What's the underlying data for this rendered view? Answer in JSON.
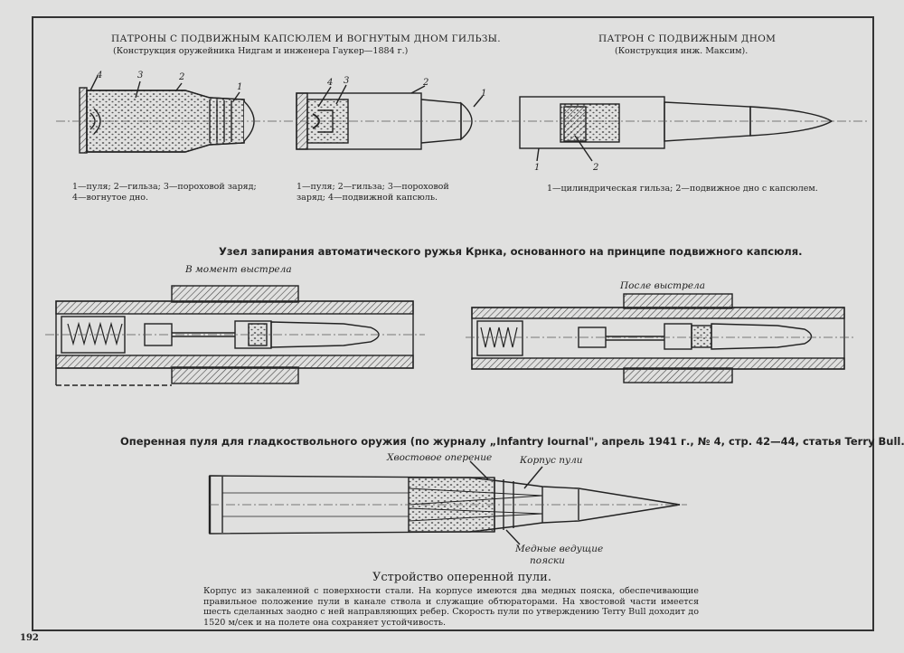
{
  "page_number": "192",
  "section1": {
    "title": "ПАТРОНЫ С ПОДВИЖНЫМ КАПСЮЛЕМ И ВОГНУТЫМ ДНОМ ГИЛЬЗЫ.",
    "subtitle": "(Конструкция оружейника Нидгам и инженера Гаукер—1884 г.)",
    "legend_a": "1—пуля; 2—гильза; 3—пороховой заряд; 4—вогнутое дно.",
    "legend_b": "1—пуля; 2—гильза; 3—пороховой заряд; 4—подвижной капсюль.",
    "labels_a": [
      "4",
      "3",
      "2",
      "1"
    ],
    "labels_b": [
      "4",
      "3",
      "2",
      "1"
    ]
  },
  "section2": {
    "title": "ПАТРОН С ПОДВИЖНЫМ ДНОМ",
    "subtitle": "(Конструкция инж. Максим).",
    "legend": "1—цилиндрическая гильза; 2—подвижное дно с капсюлем.",
    "labels": [
      "1",
      "2"
    ]
  },
  "section3": {
    "title": "Узел запирания автоматического ружья Крнка, основанного на принципе подвижного капсюля.",
    "label_left": "В момент выстрела",
    "label_right": "После выстрела"
  },
  "section4": {
    "title": "Оперенная пуля для гладкоствольного оружия (по журналу „Infantry Iournal\", апрель 1941 г., № 4, стр. 42—44, статья Terry Bull.",
    "label_tail": "Хвостовое оперение",
    "label_body": "Корпус пули",
    "label_bands_1": "Медные ведущие",
    "label_bands_2": "пояски",
    "caption": "Устройство оперенной пули.",
    "paragraph": "Корпус из закаленной с поверхности стали. На корпусе имеются два медных пояска, обеспечивающие правильное положение пули в канале ствола и служащие обтюраторами. На хвостовой части имеется шесть сделанных заодно с ней направляющих ребер. Скорость пули по утверждению Terry Bull доходит до 1520 м/сек и на полете она сохраняет устойчивость."
  },
  "colors": {
    "ink": "#222222",
    "paper": "#e0e0df",
    "hatch": "#555555"
  }
}
